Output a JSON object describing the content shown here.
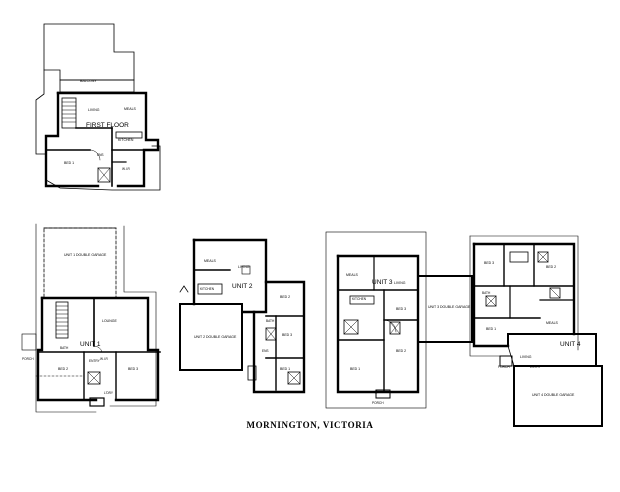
{
  "drawing": {
    "title": "MORNINGTON, VICTORIA",
    "first_floor": {
      "heading": "FIRST FLOOR",
      "rooms": [
        "BALCONY",
        "LIVING",
        "MEALS",
        "BED 1",
        "KITCHEN",
        "ENS",
        "W.I.R"
      ]
    },
    "unit1": {
      "label": "UNIT 1",
      "rooms": [
        "UNIT 1 DOUBLE GARAGE",
        "LOUNGE",
        "BED 2",
        "BED 3",
        "BATH",
        "ENTRY",
        "PORCH",
        "W.I.R",
        "L'DRY"
      ]
    },
    "unit2": {
      "label": "UNIT 2",
      "rooms": [
        "MEALS",
        "LIVING",
        "KITCHEN",
        "BED 2",
        "BED 3",
        "BED 1",
        "UNIT 2 DOUBLE GARAGE",
        "ENS",
        "BATH"
      ]
    },
    "unit3": {
      "label": "UNIT 3",
      "rooms": [
        "MEALS",
        "LIVING",
        "KITCHEN",
        "BED 3",
        "BED 2",
        "BED 1",
        "UNIT 3 DOUBLE GARAGE",
        "PORCH"
      ]
    },
    "unit4": {
      "label": "UNIT 4",
      "rooms": [
        "BED 3",
        "BED 2",
        "BED 1",
        "BATH",
        "MEALS",
        "LIVING",
        "ENTRY",
        "UNIT 4 DOUBLE GARAGE",
        "PORCH"
      ]
    }
  }
}
